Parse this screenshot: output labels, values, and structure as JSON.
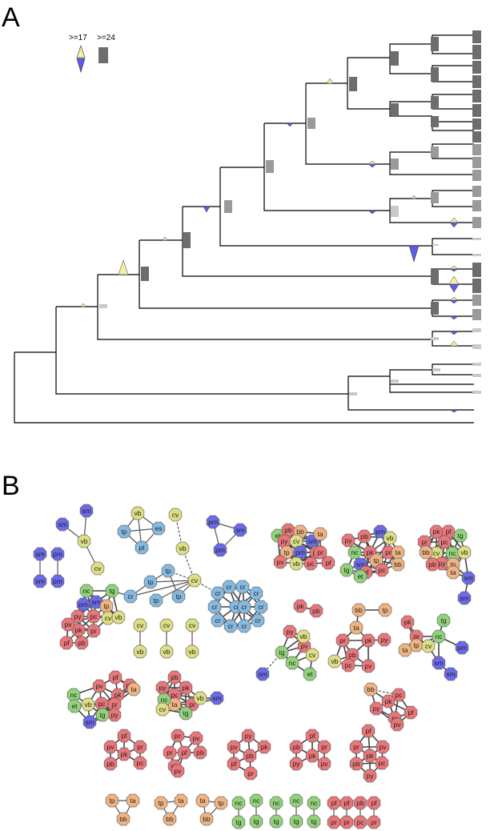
{
  "panels": {
    "a": {
      "label": "A"
    },
    "b": {
      "label": "B"
    }
  },
  "legend": {
    "triangle_label": ">=17",
    "box_label": ">=24"
  },
  "colors": {
    "yellow": "#f5f1a8",
    "blue": "#5c5ce6",
    "gray_dark": "#6d6d6d",
    "gray_mid": "#9a9a9a",
    "gray_light": "#c9c9c9",
    "node_pink": "#e8767a",
    "node_orange": "#f0b483",
    "node_yellow": "#dede85",
    "node_green": "#92d27a",
    "node_blue": "#6b6bea",
    "node_lightblue": "#86b9e0",
    "node_darkred": "#c93a44",
    "node_brown": "#a08060"
  },
  "clusters": [
    {
      "name": "cluster-sm-vb-cv",
      "nodes": [
        [
          "sm",
          "b"
        ],
        [
          "sm",
          "b"
        ],
        [
          "vb",
          "y"
        ],
        [
          "cv",
          "y"
        ]
      ]
    },
    {
      "name": "cluster-vb-tp-es",
      "nodes": [
        [
          "vb",
          "y"
        ],
        [
          "tp",
          "lb"
        ],
        [
          "es",
          "lb"
        ],
        [
          "pt",
          "lb"
        ]
      ]
    },
    {
      "name": "cluster-cv-vb-dashed",
      "nodes": [
        [
          "cv",
          "y"
        ],
        [
          "vb",
          "y"
        ]
      ]
    },
    {
      "name": "cluster-pm-sm",
      "nodes": [
        [
          "pm",
          "b"
        ],
        [
          "sm",
          "b"
        ],
        [
          "pm",
          "b"
        ]
      ]
    },
    {
      "name": "cluster-sm-pm-pairs",
      "nodes": [
        [
          "sm",
          "b"
        ],
        [
          "pm",
          "b"
        ],
        [
          "sm",
          "b"
        ],
        [
          "pm",
          "b"
        ]
      ]
    },
    {
      "name": "cluster-mixed-1",
      "nodes": [
        [
          "et",
          "g"
        ],
        [
          "pb",
          "p"
        ],
        [
          "bb",
          "o"
        ],
        [
          "py",
          "p"
        ],
        [
          "cv",
          "y"
        ],
        [
          "sm",
          "b"
        ],
        [
          "ta",
          "o"
        ],
        [
          "tp",
          "o"
        ],
        [
          "pm",
          "b"
        ],
        [
          "pk",
          "p"
        ],
        [
          "vb",
          "y"
        ],
        [
          "pv",
          "p"
        ],
        [
          "pc",
          "p"
        ],
        [
          "pf",
          "p"
        ],
        [
          "pr",
          "p"
        ]
      ]
    },
    {
      "name": "cluster-mixed-2",
      "nodes": [
        [
          "pm",
          "b"
        ],
        [
          "pb",
          "p"
        ],
        [
          "vb",
          "y"
        ],
        [
          "nc",
          "g"
        ],
        [
          "sm",
          "b"
        ],
        [
          "pr",
          "p"
        ],
        [
          "ta",
          "o"
        ],
        [
          "py",
          "p"
        ],
        [
          "pk",
          "p"
        ],
        [
          "tp",
          "o"
        ],
        [
          "pc",
          "p"
        ],
        [
          "pf",
          "p"
        ],
        [
          "tg",
          "g"
        ],
        [
          "et",
          "g"
        ],
        [
          "bb",
          "o"
        ]
      ]
    },
    {
      "name": "cluster-mixed-3",
      "nodes": [
        [
          "pk",
          "p"
        ],
        [
          "pf",
          "p"
        ],
        [
          "tg",
          "g"
        ],
        [
          "pr",
          "p"
        ],
        [
          "cv",
          "y"
        ],
        [
          "nc",
          "g"
        ],
        [
          "vb",
          "y"
        ],
        [
          "bb",
          "o"
        ],
        [
          "pc",
          "p"
        ],
        [
          "py",
          "p"
        ],
        [
          "pb",
          "p"
        ],
        [
          "tp",
          "o"
        ],
        [
          "ta",
          "o"
        ],
        [
          "sm",
          "b"
        ],
        [
          "sm",
          "b"
        ]
      ]
    },
    {
      "name": "cluster-tp-cr-hub",
      "nodes": [
        [
          "tp",
          "lb"
        ],
        [
          "cr",
          "lb"
        ],
        [
          "tp",
          "lb"
        ],
        [
          "tp",
          "lb"
        ],
        [
          "tp",
          "lb"
        ],
        [
          "cv",
          "y"
        ]
      ]
    },
    {
      "name": "cluster-cr",
      "nodes": [
        [
          "cr",
          "lb"
        ],
        [
          "cr",
          "lb"
        ],
        [
          "cr",
          "lb"
        ],
        [
          "cr",
          "lb"
        ],
        [
          "cr",
          "lb"
        ],
        [
          "cr",
          "lb"
        ],
        [
          "cr",
          "lb"
        ],
        [
          "cr",
          "lb"
        ],
        [
          "cr",
          "lb"
        ],
        [
          "cr",
          "lb"
        ],
        [
          "cr",
          "lb"
        ],
        [
          "cr",
          "lb"
        ]
      ]
    },
    {
      "name": "cluster-mixed-4",
      "nodes": [
        [
          "nc",
          "g"
        ],
        [
          "tg",
          "g"
        ],
        [
          "pm",
          "b"
        ],
        [
          "sm",
          "b"
        ],
        [
          "tp",
          "o"
        ],
        [
          "cv",
          "y"
        ],
        [
          "vb",
          "y"
        ],
        [
          "py",
          "p"
        ],
        [
          "pc",
          "p"
        ],
        [
          "pk",
          "p"
        ],
        [
          "pr",
          "p"
        ],
        [
          "pb",
          "p"
        ],
        [
          "pf",
          "p"
        ],
        [
          "pv",
          "p"
        ]
      ]
    },
    {
      "name": "pairs-cv-vb",
      "nodes": [
        [
          "cv",
          "y"
        ],
        [
          "vb",
          "y"
        ],
        [
          "cv",
          "y"
        ],
        [
          "vb",
          "y"
        ],
        [
          "cv",
          "y"
        ],
        [
          "vb",
          "y"
        ]
      ]
    },
    {
      "name": "cluster-mixed-5",
      "nodes": [
        [
          "pk",
          "p"
        ],
        [
          "pb",
          "p"
        ],
        [
          "py",
          "p"
        ],
        [
          "pv",
          "p"
        ],
        [
          "vb",
          "y"
        ],
        [
          "tg",
          "g"
        ],
        [
          "cv",
          "y"
        ],
        [
          "nc",
          "g"
        ],
        [
          "et",
          "g"
        ],
        [
          "sm",
          "b"
        ]
      ]
    },
    {
      "name": "cluster-mixed-6",
      "nodes": [
        [
          "bb",
          "o"
        ],
        [
          "tp",
          "o"
        ],
        [
          "ta",
          "o"
        ],
        [
          "pr",
          "p"
        ],
        [
          "pk",
          "p"
        ],
        [
          "py",
          "p"
        ],
        [
          "pb",
          "p"
        ],
        [
          "pv",
          "p"
        ],
        [
          "vb",
          "y"
        ],
        [
          "pc",
          "p"
        ]
      ]
    },
    {
      "name": "cluster-mixed-7",
      "nodes": [
        [
          "pk",
          "p"
        ],
        [
          "tg",
          "g"
        ],
        [
          "pr",
          "p"
        ],
        [
          "nc",
          "g"
        ],
        [
          "tp",
          "o"
        ],
        [
          "cv",
          "y"
        ],
        [
          "ta",
          "o"
        ],
        [
          "pm",
          "b"
        ],
        [
          "sm",
          "b"
        ],
        [
          "sm",
          "b"
        ]
      ]
    },
    {
      "name": "cluster-mixed-8",
      "nodes": [
        [
          "pf",
          "p"
        ],
        [
          "pv",
          "p"
        ],
        [
          "pb",
          "p"
        ],
        [
          "pk",
          "p"
        ],
        [
          "pr",
          "p"
        ],
        [
          "py",
          "p"
        ],
        [
          "pc",
          "p"
        ],
        [
          "nc",
          "g"
        ],
        [
          "ta",
          "o"
        ],
        [
          "et",
          "g"
        ],
        [
          "vb",
          "y"
        ],
        [
          "tg",
          "g"
        ],
        [
          "sm",
          "b"
        ]
      ]
    },
    {
      "name": "cluster-mixed-9",
      "nodes": [
        [
          "pb",
          "p"
        ],
        [
          "pk",
          "p"
        ],
        [
          "py",
          "p"
        ],
        [
          "pc",
          "p"
        ],
        [
          "ta",
          "o"
        ],
        [
          "nc",
          "g"
        ],
        [
          "pr",
          "p"
        ],
        [
          "cv",
          "y"
        ],
        [
          "tg",
          "g"
        ],
        [
          "vb",
          "y"
        ],
        [
          "sm",
          "b"
        ]
      ]
    },
    {
      "name": "cluster-mixed-10",
      "nodes": [
        [
          "bb",
          "o"
        ],
        [
          "pc",
          "p"
        ],
        [
          "py",
          "p"
        ],
        [
          "pk",
          "p"
        ],
        [
          "pf",
          "p"
        ],
        [
          "pr",
          "p"
        ],
        [
          "pv",
          "p"
        ]
      ]
    },
    {
      "name": "cluster-pinks-1",
      "nodes": [
        [
          "pf",
          "p"
        ],
        [
          "pv",
          "p"
        ],
        [
          "pk",
          "p"
        ],
        [
          "pr",
          "p"
        ],
        [
          "pb",
          "p"
        ],
        [
          "pc",
          "p"
        ]
      ]
    },
    {
      "name": "cluster-pinks-2",
      "nodes": [
        [
          "pc",
          "p"
        ],
        [
          "pr",
          "p"
        ],
        [
          "pf",
          "p"
        ],
        [
          "pk",
          "p"
        ],
        [
          "pv",
          "p"
        ],
        [
          "pb",
          "p"
        ],
        [
          "pv",
          "p"
        ]
      ]
    },
    {
      "name": "cluster-pinks-3",
      "nodes": [
        [
          "py",
          "p"
        ],
        [
          "pv",
          "p"
        ],
        [
          "pk",
          "p"
        ],
        [
          "pb",
          "p"
        ],
        [
          "pf",
          "p"
        ],
        [
          "pr",
          "p"
        ]
      ]
    },
    {
      "name": "cluster-pinks-4",
      "nodes": [
        [
          "pf",
          "p"
        ],
        [
          "pb",
          "p"
        ],
        [
          "pr",
          "p"
        ],
        [
          "py",
          "p"
        ],
        [
          "pv",
          "p"
        ],
        [
          "pk",
          "p"
        ]
      ]
    },
    {
      "name": "cluster-pinks-5",
      "nodes": [
        [
          "pf",
          "p"
        ],
        [
          "pv",
          "p"
        ],
        [
          "pr",
          "p"
        ],
        [
          "pc",
          "p"
        ],
        [
          "pk",
          "p"
        ],
        [
          "pb",
          "p"
        ],
        [
          "py",
          "p"
        ]
      ]
    },
    {
      "name": "triad-tp-ta-bb-1",
      "nodes": [
        [
          "tp",
          "o"
        ],
        [
          "ta",
          "o"
        ],
        [
          "bb",
          "o"
        ]
      ]
    },
    {
      "name": "triad-tp-ta-bb-2",
      "nodes": [
        [
          "tp",
          "o"
        ],
        [
          "ta",
          "o"
        ],
        [
          "bb",
          "o"
        ]
      ]
    },
    {
      "name": "triad-ta-tp-bb-3",
      "nodes": [
        [
          "ta",
          "o"
        ],
        [
          "tp",
          "o"
        ],
        [
          "bb",
          "o"
        ]
      ]
    },
    {
      "name": "pairs-nc-tg",
      "nodes": [
        [
          "nc",
          "g"
        ],
        [
          "tg",
          "g"
        ],
        [
          "nc",
          "g"
        ],
        [
          "tg",
          "g"
        ],
        [
          "nc",
          "g"
        ],
        [
          "tg",
          "g"
        ],
        [
          "nc",
          "g"
        ],
        [
          "tg",
          "g"
        ],
        [
          "nc",
          "g"
        ],
        [
          "tg",
          "g"
        ]
      ]
    },
    {
      "name": "pairs-pf-pr",
      "nodes": [
        [
          "pf",
          "p"
        ],
        [
          "pr",
          "p"
        ],
        [
          "pf",
          "p"
        ],
        [
          "pr",
          "p"
        ],
        [
          "pb",
          "p"
        ],
        [
          "pc",
          "p"
        ],
        [
          "pf",
          "p"
        ],
        [
          "pr",
          "p"
        ]
      ]
    }
  ]
}
